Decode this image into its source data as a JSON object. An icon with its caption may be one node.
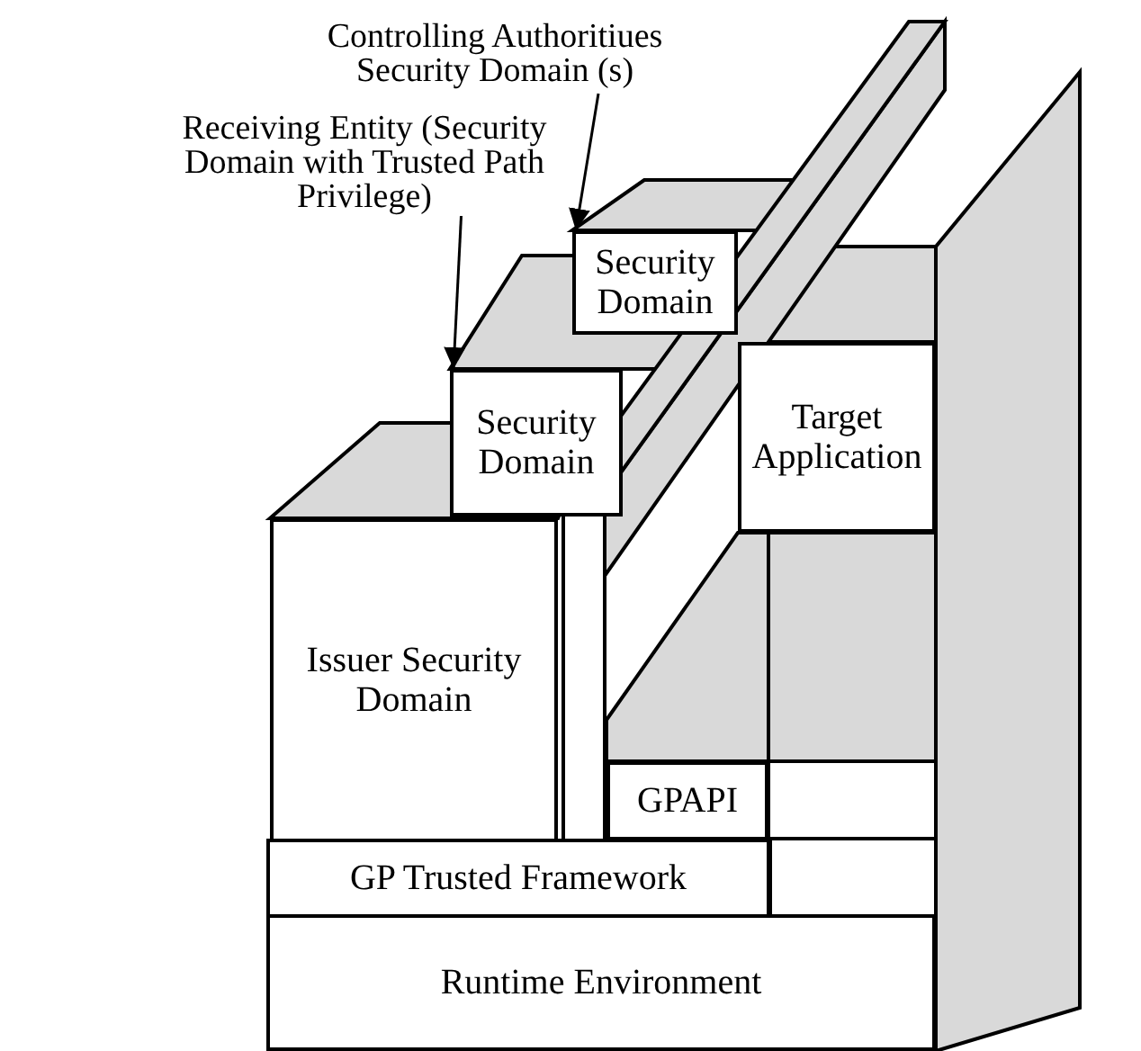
{
  "diagram": {
    "nodes": [
      {
        "text": [
          "Controlling Authoritiues Security Domain (s)"
        ]
      },
      {
        "text": [
          "Receiving Entity (Security Domain with Trusted Path Privilege)"
        ]
      },
      {
        "text": [
          "Security Domain"
        ]
      },
      {
        "text": [
          "Security Domain"
        ]
      },
      {
        "text": [
          "Target Application"
        ]
      },
      {
        "text": [
          "Issuer Security Domain"
        ]
      },
      {
        "text": [
          "GPAPI"
        ]
      },
      {
        "text": [
          "GP Trusted Framework"
        ]
      },
      {
        "text": [
          "Runtime Environment"
        ]
      }
    ],
    "edges": [
      {
        "from": 0,
        "to": 2,
        "arrow": "to"
      },
      {
        "from": 1,
        "to": 3,
        "arrow": "to"
      }
    ]
  }
}
